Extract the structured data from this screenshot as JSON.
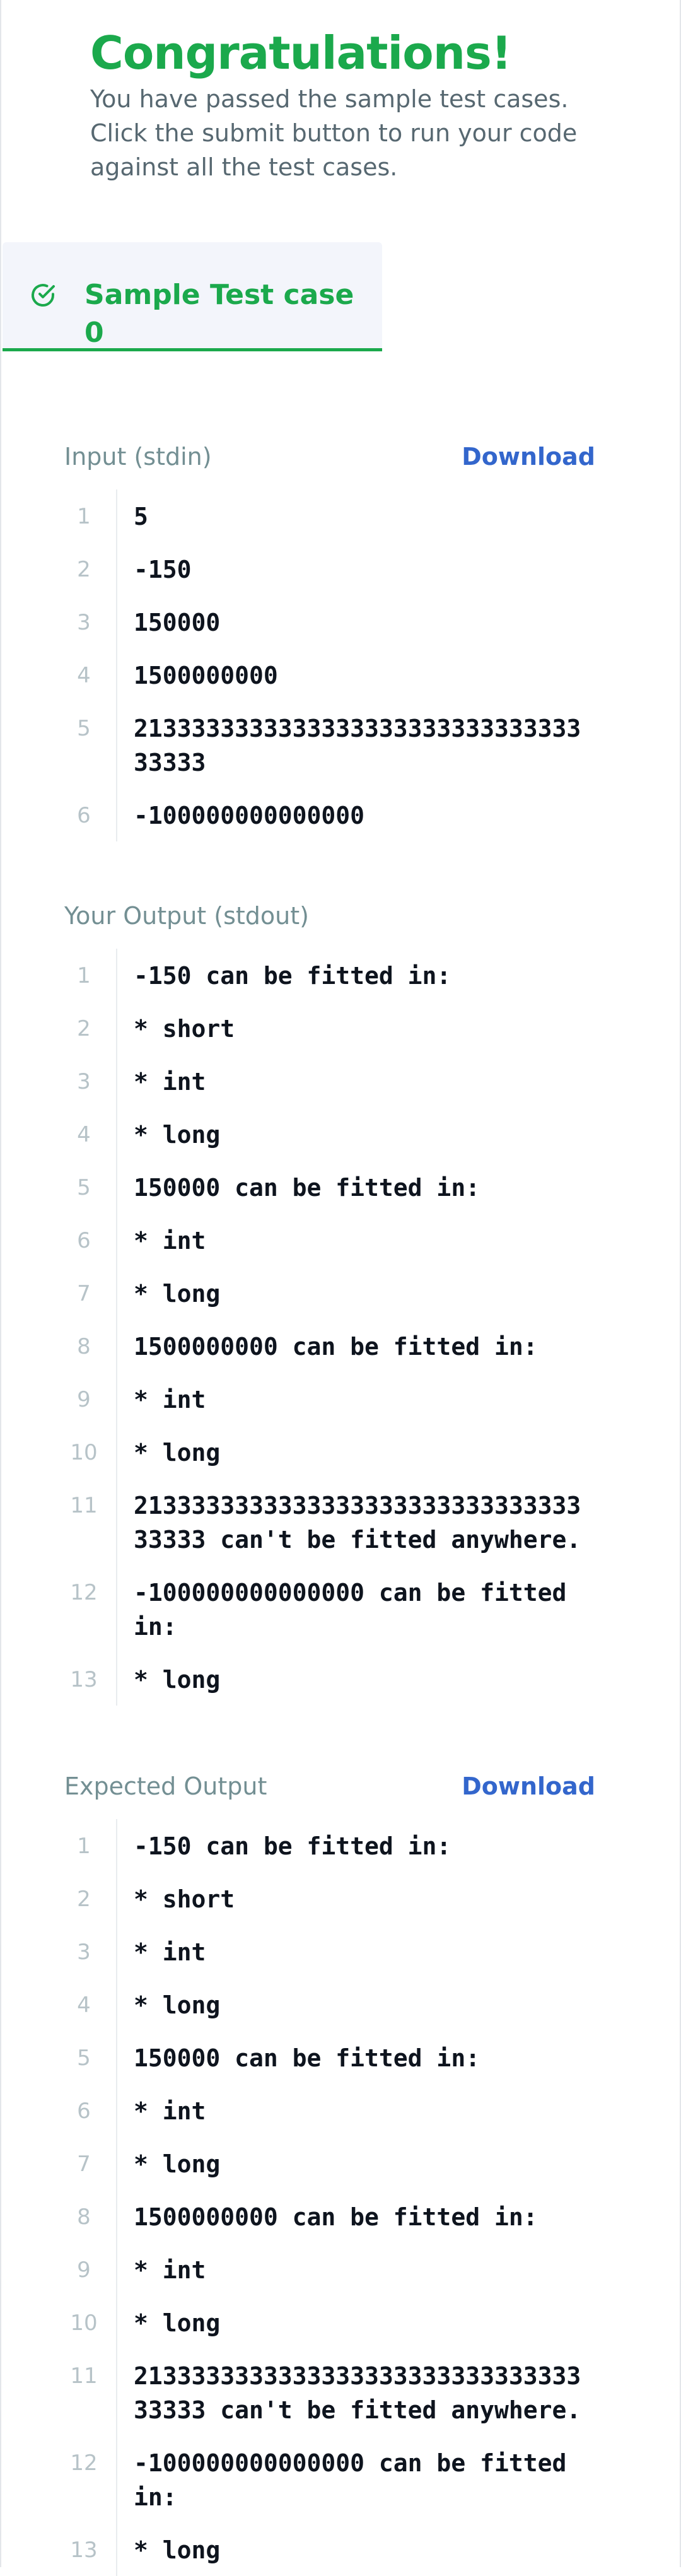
{
  "header": {
    "title": "Congratulations!",
    "message": "You have passed the sample test cases. Click the submit button to run your code against all the test cases."
  },
  "tab": {
    "label": "Sample Test case 0"
  },
  "colors": {
    "success": "#1ba94c",
    "link": "#3366cc",
    "muted": "#738f93",
    "tab_bg": "#f3f5fb"
  },
  "input_section": {
    "title": "Input (stdin)",
    "download_label": "Download",
    "lines": [
      {
        "n": "1",
        "text": "5"
      },
      {
        "n": "2",
        "text": "-150"
      },
      {
        "n": "3",
        "text": "150000"
      },
      {
        "n": "4",
        "text": "1500000000"
      },
      {
        "n": "5",
        "text": "213333333333333333333333333333333333"
      },
      {
        "n": "6",
        "text": "-100000000000000"
      }
    ]
  },
  "output_section": {
    "title": "Your Output (stdout)",
    "lines": [
      {
        "n": "1",
        "text": "-150 can be fitted in:"
      },
      {
        "n": "2",
        "text": "* short"
      },
      {
        "n": "3",
        "text": "* int"
      },
      {
        "n": "4",
        "text": "* long"
      },
      {
        "n": "5",
        "text": "150000 can be fitted in:"
      },
      {
        "n": "6",
        "text": "* int"
      },
      {
        "n": "7",
        "text": "* long"
      },
      {
        "n": "8",
        "text": "1500000000 can be fitted in:"
      },
      {
        "n": "9",
        "text": "* int"
      },
      {
        "n": "10",
        "text": "* long"
      },
      {
        "n": "11",
        "text": "213333333333333333333333333333333333 can't be fitted anywhere."
      },
      {
        "n": "12",
        "text": "-100000000000000 can be fitted in:"
      },
      {
        "n": "13",
        "text": "* long"
      }
    ]
  },
  "expected_section": {
    "title": "Expected Output",
    "download_label": "Download",
    "lines": [
      {
        "n": "1",
        "text": "-150 can be fitted in:"
      },
      {
        "n": "2",
        "text": "* short"
      },
      {
        "n": "3",
        "text": "* int"
      },
      {
        "n": "4",
        "text": "* long"
      },
      {
        "n": "5",
        "text": "150000 can be fitted in:"
      },
      {
        "n": "6",
        "text": "* int"
      },
      {
        "n": "7",
        "text": "* long"
      },
      {
        "n": "8",
        "text": "1500000000 can be fitted in:"
      },
      {
        "n": "9",
        "text": "* int"
      },
      {
        "n": "10",
        "text": "* long"
      },
      {
        "n": "11",
        "text": "213333333333333333333333333333333333 can't be fitted anywhere."
      },
      {
        "n": "12",
        "text": "-100000000000000 can be fitted in:"
      },
      {
        "n": "13",
        "text": "* long"
      }
    ]
  },
  "icons": {
    "tab_status": "check-circle-icon"
  }
}
